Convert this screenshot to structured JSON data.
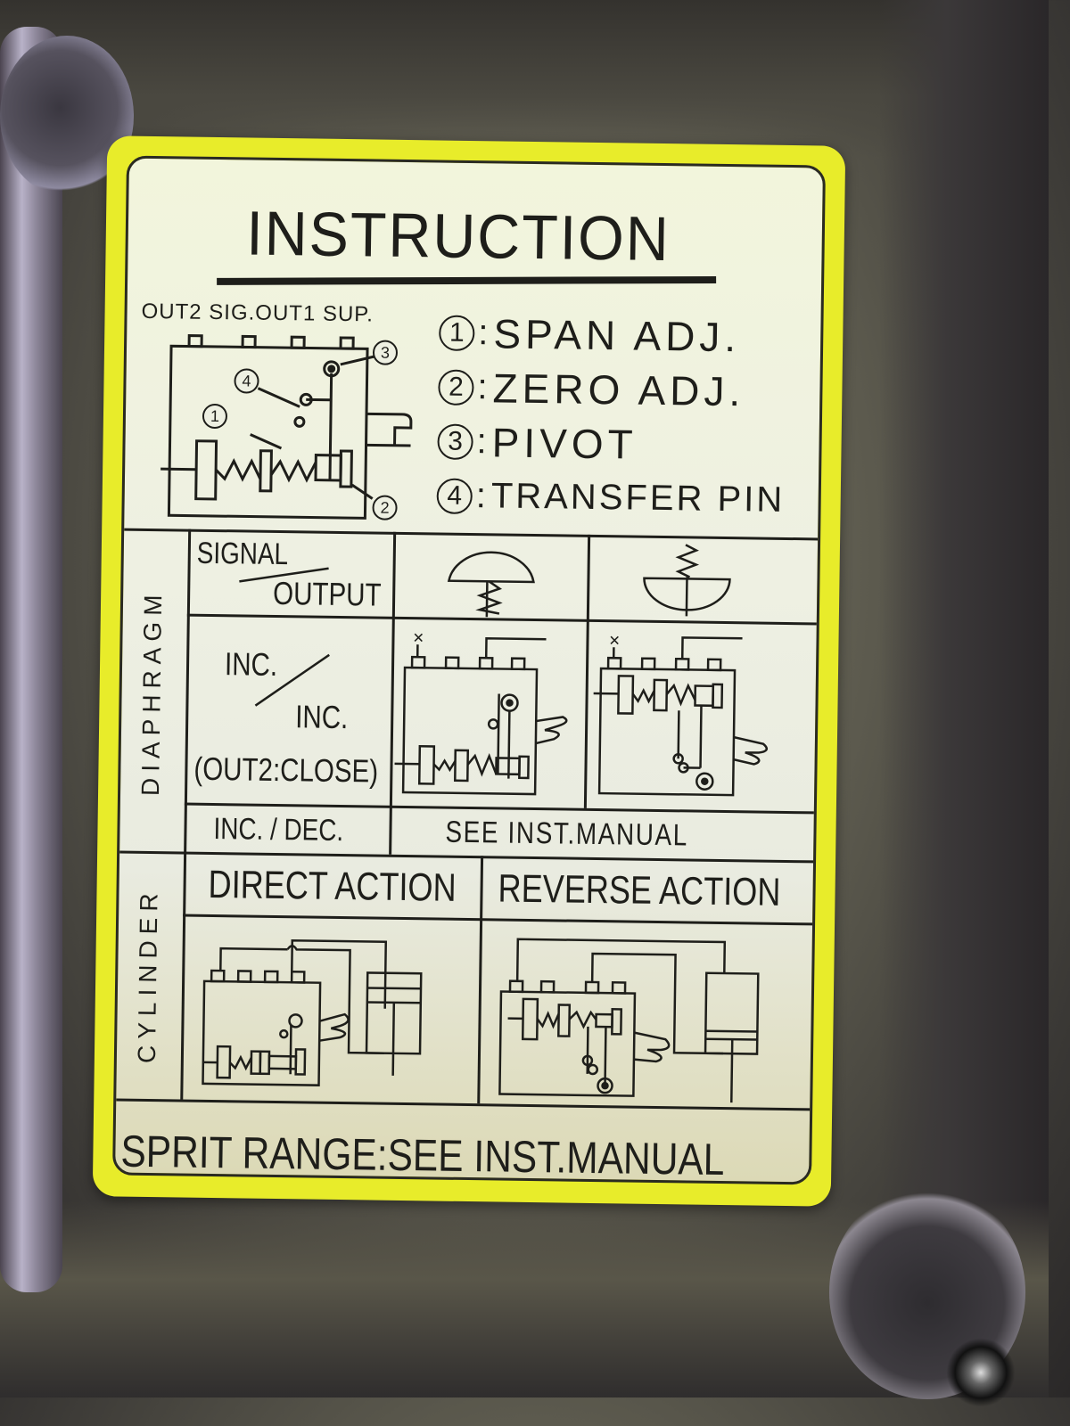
{
  "scene": {
    "description": "Photo of an instruction sticker on a grey metal positioner housing",
    "colors": {
      "sticker_border": "#e8ec2a",
      "label_background": "#eef0e2",
      "ink": "#1e1e1a",
      "housing": "#5c5a4e"
    }
  },
  "label": {
    "title": "INSTRUCTION",
    "terminals": "OUT2 SIG.OUT1 SUP.",
    "legend": [
      {
        "num": "1",
        "text": "SPAN ADJ."
      },
      {
        "num": "2",
        "text": "ZERO ADJ."
      },
      {
        "num": "3",
        "text": "PIVOT"
      },
      {
        "num": "4",
        "text": "TRANSFER PIN"
      }
    ],
    "main_diagram_callouts": [
      "1",
      "2",
      "3",
      "4"
    ],
    "diaphragm": {
      "section_label": "DIAPHRAGM",
      "header_signal": "SIGNAL",
      "header_output": "OUTPUT",
      "row_inc": "INC.",
      "row_inc2": "INC.",
      "row_note": "(OUT2:CLOSE)",
      "row_incdec": "INC. / DEC.",
      "see_manual": "SEE INST.MANUAL",
      "icons": [
        "diaphragm-spring-below-icon",
        "diaphragm-spring-above-icon"
      ]
    },
    "cylinder": {
      "section_label": "CYLINDER",
      "direct": "DIRECT ACTION",
      "reverse": "REVERSE ACTION"
    },
    "footer": "SPRIT RANGE:SEE INST.MANUAL"
  }
}
